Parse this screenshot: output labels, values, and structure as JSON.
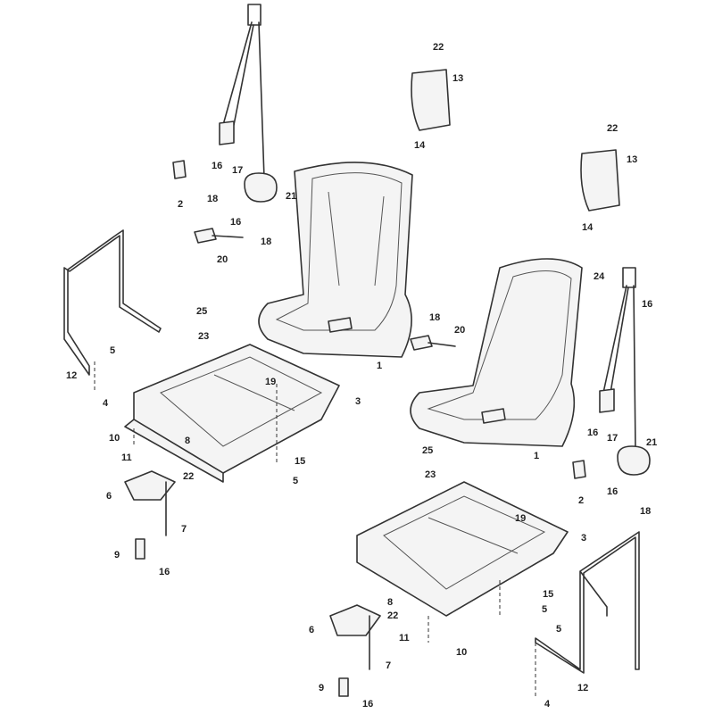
{
  "title": "Seat assembly exploded parts diagram",
  "labels": {
    "l1": "16",
    "l2": "17",
    "l3": "2",
    "l4": "21",
    "l5": "18",
    "l6": "16",
    "l7": "18",
    "l8": "20",
    "l9": "25",
    "l10": "23",
    "l11": "5",
    "l12": "12",
    "l13": "4",
    "l14": "19",
    "l15": "3",
    "l16": "1",
    "l17": "10",
    "l18": "11",
    "l19": "8",
    "l20": "22",
    "l21": "15",
    "l22": "5",
    "l23": "6",
    "l24": "7",
    "l25": "9",
    "l26": "16",
    "r1": "22",
    "r2": "13",
    "r3": "14",
    "r4": "22",
    "r5": "13",
    "r6": "14",
    "r7": "24",
    "r8": "16",
    "r9": "18",
    "r10": "20",
    "r11": "1",
    "r12": "16",
    "r13": "17",
    "r14": "21",
    "r15": "2",
    "r16": "16",
    "r17": "18",
    "r18": "25",
    "r19": "23",
    "r20": "19",
    "r21": "3",
    "r22": "15",
    "r23": "5",
    "r24": "8",
    "r25": "22",
    "r26": "6",
    "r27": "5",
    "r28": "11",
    "r29": "10",
    "r30": "7",
    "r31": "9",
    "r32": "16",
    "r33": "4",
    "r34": "12"
  }
}
